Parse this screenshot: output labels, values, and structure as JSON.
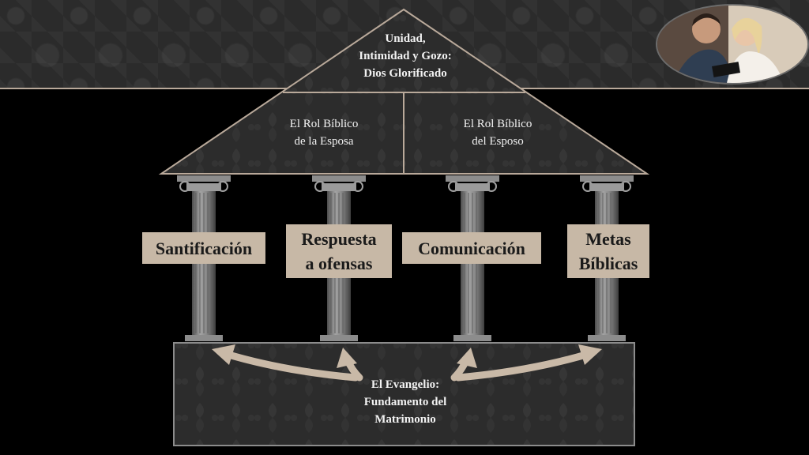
{
  "colors": {
    "box_fill": "#c7b8a6",
    "arrow": "#c9b9a7",
    "roof_outline": "#b9a99a",
    "pillar": "#8c8c8c"
  },
  "photo": {
    "icon": "couple-reading-bible-photo"
  },
  "roof": {
    "top": "Unidad,\nIntimidad y Gozo:\nDios Glorificado",
    "left": "El Rol Bíblico\nde la Esposa",
    "right": "El Rol Bíblico\ndel Esposo"
  },
  "pillars": [
    {
      "label": "Santificación"
    },
    {
      "label": "Respuesta\na ofensas"
    },
    {
      "label": "Comunicación"
    },
    {
      "label": "Metas\nBíblicas"
    }
  ],
  "foundation": {
    "text": "El Evangelio:\nFundamento del\nMatrimonio"
  }
}
